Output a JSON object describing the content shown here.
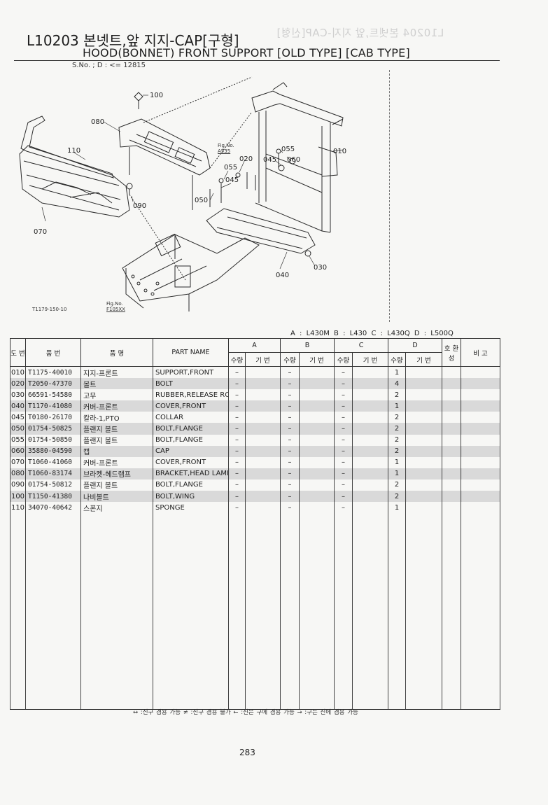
{
  "ghost_text": "L10204 본넷트,앞 지지-CAP[신형]",
  "header": {
    "code_title": "L10203 본넷트,앞 지지-CAP[구형]",
    "en_title": "HOOD(BONNET) FRONT SUPPORT [OLD TYPE] [CAB TYPE]",
    "serial": "S.No. ;   D : <= 12815"
  },
  "diagram": {
    "callouts": [
      "100",
      "080",
      "110",
      "090",
      "070",
      "020",
      "055",
      "045",
      "050",
      "055",
      "045",
      "060",
      "010",
      "030",
      "040"
    ],
    "fig_ref_1": {
      "label": "Fig.No.",
      "value": "A535"
    },
    "fig_ref_2": {
      "label": "Fig.No.",
      "value": "F105XX"
    },
    "image_code": "T1179-150-10"
  },
  "models_line": "A : L430M   B : L430   C : L430Q   D : L500Q",
  "table": {
    "headers": {
      "ref": "도 번",
      "part_no": "품 번",
      "name_kr": "품 명",
      "part_name": "PART NAME",
      "groups": [
        "A",
        "B",
        "C",
        "D"
      ],
      "qty": "수량",
      "base_no": "기 번",
      "interchange": "호 환 성",
      "remarks": "비 고"
    },
    "rows": [
      {
        "ref": "010",
        "part_no": "T1175-40010",
        "name_kr": "지지-프론트",
        "part_name": "SUPPORT,FRONT",
        "a": "–",
        "b": "–",
        "c": "–",
        "d": "1"
      },
      {
        "ref": "020",
        "part_no": "T2050-47370",
        "name_kr": "볼트",
        "part_name": "BOLT",
        "a": "–",
        "b": "–",
        "c": "–",
        "d": "4"
      },
      {
        "ref": "030",
        "part_no": "66591-54580",
        "name_kr": "고무",
        "part_name": "RUBBER,RELEASE RO",
        "a": "–",
        "b": "–",
        "c": "–",
        "d": "2"
      },
      {
        "ref": "040",
        "part_no": "T1170-41080",
        "name_kr": "커버-프론트",
        "part_name": "COVER,FRONT",
        "a": "–",
        "b": "–",
        "c": "–",
        "d": "1"
      },
      {
        "ref": "045",
        "part_no": "T0180-26170",
        "name_kr": "칼라-1,PTO",
        "part_name": "COLLAR",
        "a": "–",
        "b": "–",
        "c": "–",
        "d": "2"
      },
      {
        "ref": "050",
        "part_no": "01754-50825",
        "name_kr": "플랜지 볼트",
        "part_name": "BOLT,FLANGE",
        "a": "–",
        "b": "–",
        "c": "–",
        "d": "2"
      },
      {
        "ref": "055",
        "part_no": "01754-50850",
        "name_kr": "플랜지 볼트",
        "part_name": "BOLT,FLANGE",
        "a": "–",
        "b": "–",
        "c": "–",
        "d": "2"
      },
      {
        "ref": "060",
        "part_no": "35880-04590",
        "name_kr": "캡",
        "part_name": "CAP",
        "a": "–",
        "b": "–",
        "c": "–",
        "d": "2"
      },
      {
        "ref": "070",
        "part_no": "T1060-41060",
        "name_kr": "커버-프론트",
        "part_name": "COVER,FRONT",
        "a": "–",
        "b": "–",
        "c": "–",
        "d": "1"
      },
      {
        "ref": "080",
        "part_no": "T1060-83174",
        "name_kr": "브라켓-헤드램프",
        "part_name": "BRACKET,HEAD LAMP",
        "a": "–",
        "b": "–",
        "c": "–",
        "d": "1"
      },
      {
        "ref": "090",
        "part_no": "01754-50812",
        "name_kr": "플랜지 볼트",
        "part_name": "BOLT,FLANGE",
        "a": "–",
        "b": "–",
        "c": "–",
        "d": "2"
      },
      {
        "ref": "100",
        "part_no": "T1150-41380",
        "name_kr": "나비볼트",
        "part_name": "BOLT,WING",
        "a": "–",
        "b": "–",
        "c": "–",
        "d": "2"
      },
      {
        "ref": "110",
        "part_no": "34070-40642",
        "name_kr": "스폰지",
        "part_name": "SPONGE",
        "a": "–",
        "b": "–",
        "c": "–",
        "d": "1"
      }
    ]
  },
  "legend": "↔ :신구 겸용 가능    ≠ :신구 겸용 불가    ← :신은 구에 겸용 가능    → :구는 신에 겸용 가능",
  "page_number": "283"
}
